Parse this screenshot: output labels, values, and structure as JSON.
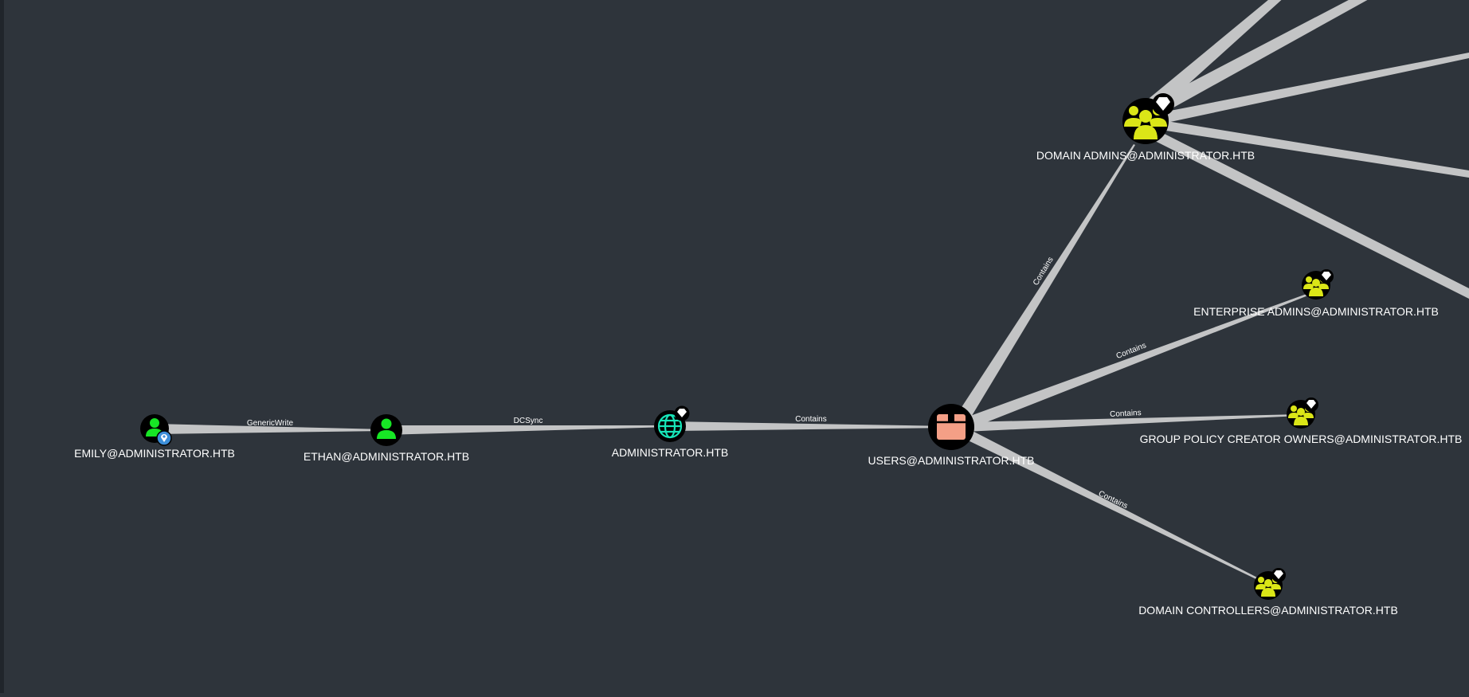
{
  "graph": {
    "edges": {
      "emily_ethan": "GenericWrite",
      "ethan_domain": "DCSync",
      "domain_users": "Contains",
      "users_domainadmins": "Contains",
      "users_enterprise": "Contains",
      "users_gpco": "Contains",
      "users_dcs": "Contains"
    },
    "nodes": {
      "emily": "EMILY@ADMINISTRATOR.HTB",
      "ethan": "ETHAN@ADMINISTRATOR.HTB",
      "domain": "ADMINISTRATOR.HTB",
      "users": "USERS@ADMINISTRATOR.HTB",
      "domain_admins": "DOMAIN ADMINS@ADMINISTRATOR.HTB",
      "enterprise_admins": "ENTERPRISE ADMINS@ADMINISTRATOR.HTB",
      "gpco": "GROUP POLICY CREATOR OWNERS@ADMINISTRATOR.HTB",
      "domain_controllers": "DOMAIN CONTROLLERS@ADMINISTRATOR.HTB"
    },
    "colors": {
      "background": "#2e343b",
      "edge": "#c3c4c5",
      "node_bg": "#000000",
      "user_icon": "#17e625",
      "group_icon": "#dbe617",
      "domain_icon": "#17e6b9",
      "container_icon": "#f49f86",
      "label": "#ffffff",
      "owned_marker": "#3d8fd9"
    },
    "icons": {
      "user": "user-icon",
      "group": "group-icon",
      "domain": "globe-icon",
      "container": "box-icon",
      "high_value": "gem-icon",
      "owned": "location-pin-icon"
    }
  }
}
